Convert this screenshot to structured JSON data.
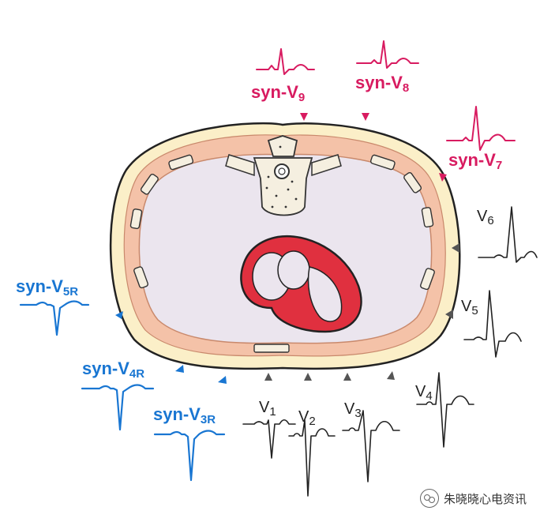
{
  "labels": {
    "v9": {
      "main": "syn-V",
      "sub": "9"
    },
    "v8": {
      "main": "syn-V",
      "sub": "8"
    },
    "v7": {
      "main": "syn-V",
      "sub": "7"
    },
    "v5r": {
      "main": "syn-V",
      "sub": "5R"
    },
    "v4r": {
      "main": "syn-V",
      "sub": "4R"
    },
    "v3r": {
      "main": "syn-V",
      "sub": "3R"
    },
    "v1": {
      "main": "V",
      "sub": "1"
    },
    "v2": {
      "main": "V",
      "sub": "2"
    },
    "v3": {
      "main": "V",
      "sub": "3"
    },
    "v4": {
      "main": "V",
      "sub": "4"
    },
    "v5": {
      "main": "V",
      "sub": "5"
    },
    "v6": {
      "main": "V",
      "sub": "6"
    }
  },
  "colors": {
    "posterior": "#d81b60",
    "right_sided": "#1976d2",
    "standard": "#222222",
    "heart": "#e0303f",
    "cavity": "#ebe5ee",
    "muscle": "#f4c2a8",
    "skin": "#fbefc8"
  },
  "watermark": "朱晓晓心电资讯"
}
